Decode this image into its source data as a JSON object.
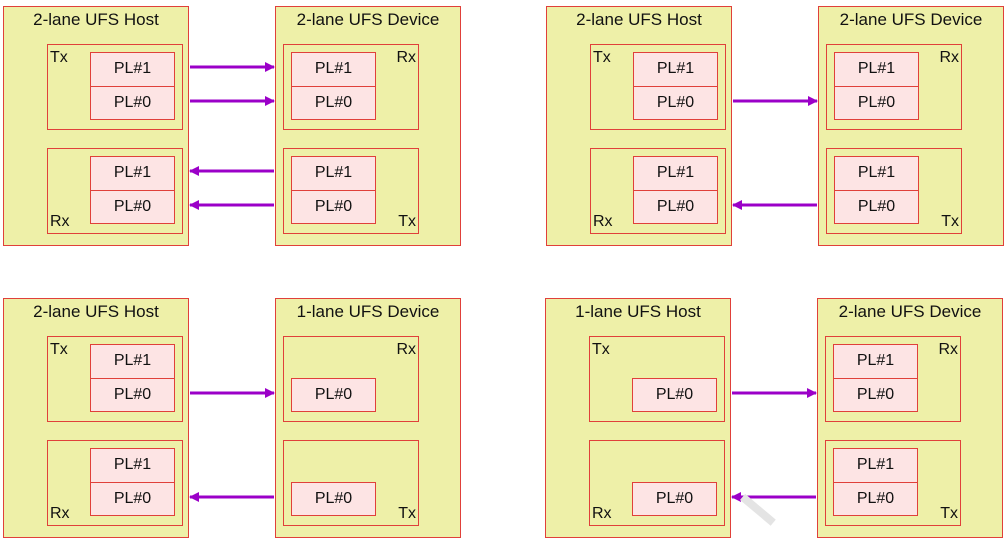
{
  "colors": {
    "outer_fill": "#eef0a8",
    "border": "#e0403a",
    "lane_fill": "#fde4e4",
    "arrow": "#9b00c8"
  },
  "diagrams": [
    {
      "host": {
        "title": "2-lane UFS Host",
        "tx": {
          "label": "Tx",
          "lanes": [
            "PL#1",
            "PL#0"
          ]
        },
        "rx": {
          "label": "Rx",
          "lanes": [
            "PL#1",
            "PL#0"
          ]
        }
      },
      "device": {
        "title": "2-lane UFS Device",
        "rx": {
          "label": "Rx",
          "lanes": [
            "PL#1",
            "PL#0"
          ]
        },
        "tx": {
          "label": "Tx",
          "lanes": [
            "PL#1",
            "PL#0"
          ]
        }
      },
      "links": {
        "down": [
          "PL#1",
          "PL#0"
        ],
        "up": [
          "PL#1",
          "PL#0"
        ]
      }
    },
    {
      "host": {
        "title": "2-lane UFS Host",
        "tx": {
          "label": "Tx",
          "lanes": [
            "PL#1",
            "PL#0"
          ]
        },
        "rx": {
          "label": "Rx",
          "lanes": [
            "PL#1",
            "PL#0"
          ]
        }
      },
      "device": {
        "title": "2-lane UFS Device",
        "rx": {
          "label": "Rx",
          "lanes": [
            "PL#1",
            "PL#0"
          ]
        },
        "tx": {
          "label": "Tx",
          "lanes": [
            "PL#1",
            "PL#0"
          ]
        }
      },
      "links": {
        "down": [
          "PL#0"
        ],
        "up": [
          "PL#0"
        ]
      }
    },
    {
      "host": {
        "title": "2-lane UFS Host",
        "tx": {
          "label": "Tx",
          "lanes": [
            "PL#1",
            "PL#0"
          ]
        },
        "rx": {
          "label": "Rx",
          "lanes": [
            "PL#1",
            "PL#0"
          ]
        }
      },
      "device": {
        "title": "1-lane UFS Device",
        "rx": {
          "label": "Rx",
          "lanes": [
            "PL#0"
          ]
        },
        "tx": {
          "label": "Tx",
          "lanes": [
            "PL#0"
          ]
        }
      },
      "links": {
        "down": [
          "PL#0"
        ],
        "up": [
          "PL#0"
        ]
      }
    },
    {
      "host": {
        "title": "1-lane UFS Host",
        "tx": {
          "label": "Tx",
          "lanes": [
            "PL#0"
          ]
        },
        "rx": {
          "label": "Rx",
          "lanes": [
            "PL#0"
          ]
        }
      },
      "device": {
        "title": "2-lane UFS Device",
        "rx": {
          "label": "Rx",
          "lanes": [
            "PL#1",
            "PL#0"
          ]
        },
        "tx": {
          "label": "Tx",
          "lanes": [
            "PL#1",
            "PL#0"
          ]
        }
      },
      "links": {
        "down": [
          "PL#0"
        ],
        "up": [
          "PL#0"
        ]
      }
    }
  ]
}
